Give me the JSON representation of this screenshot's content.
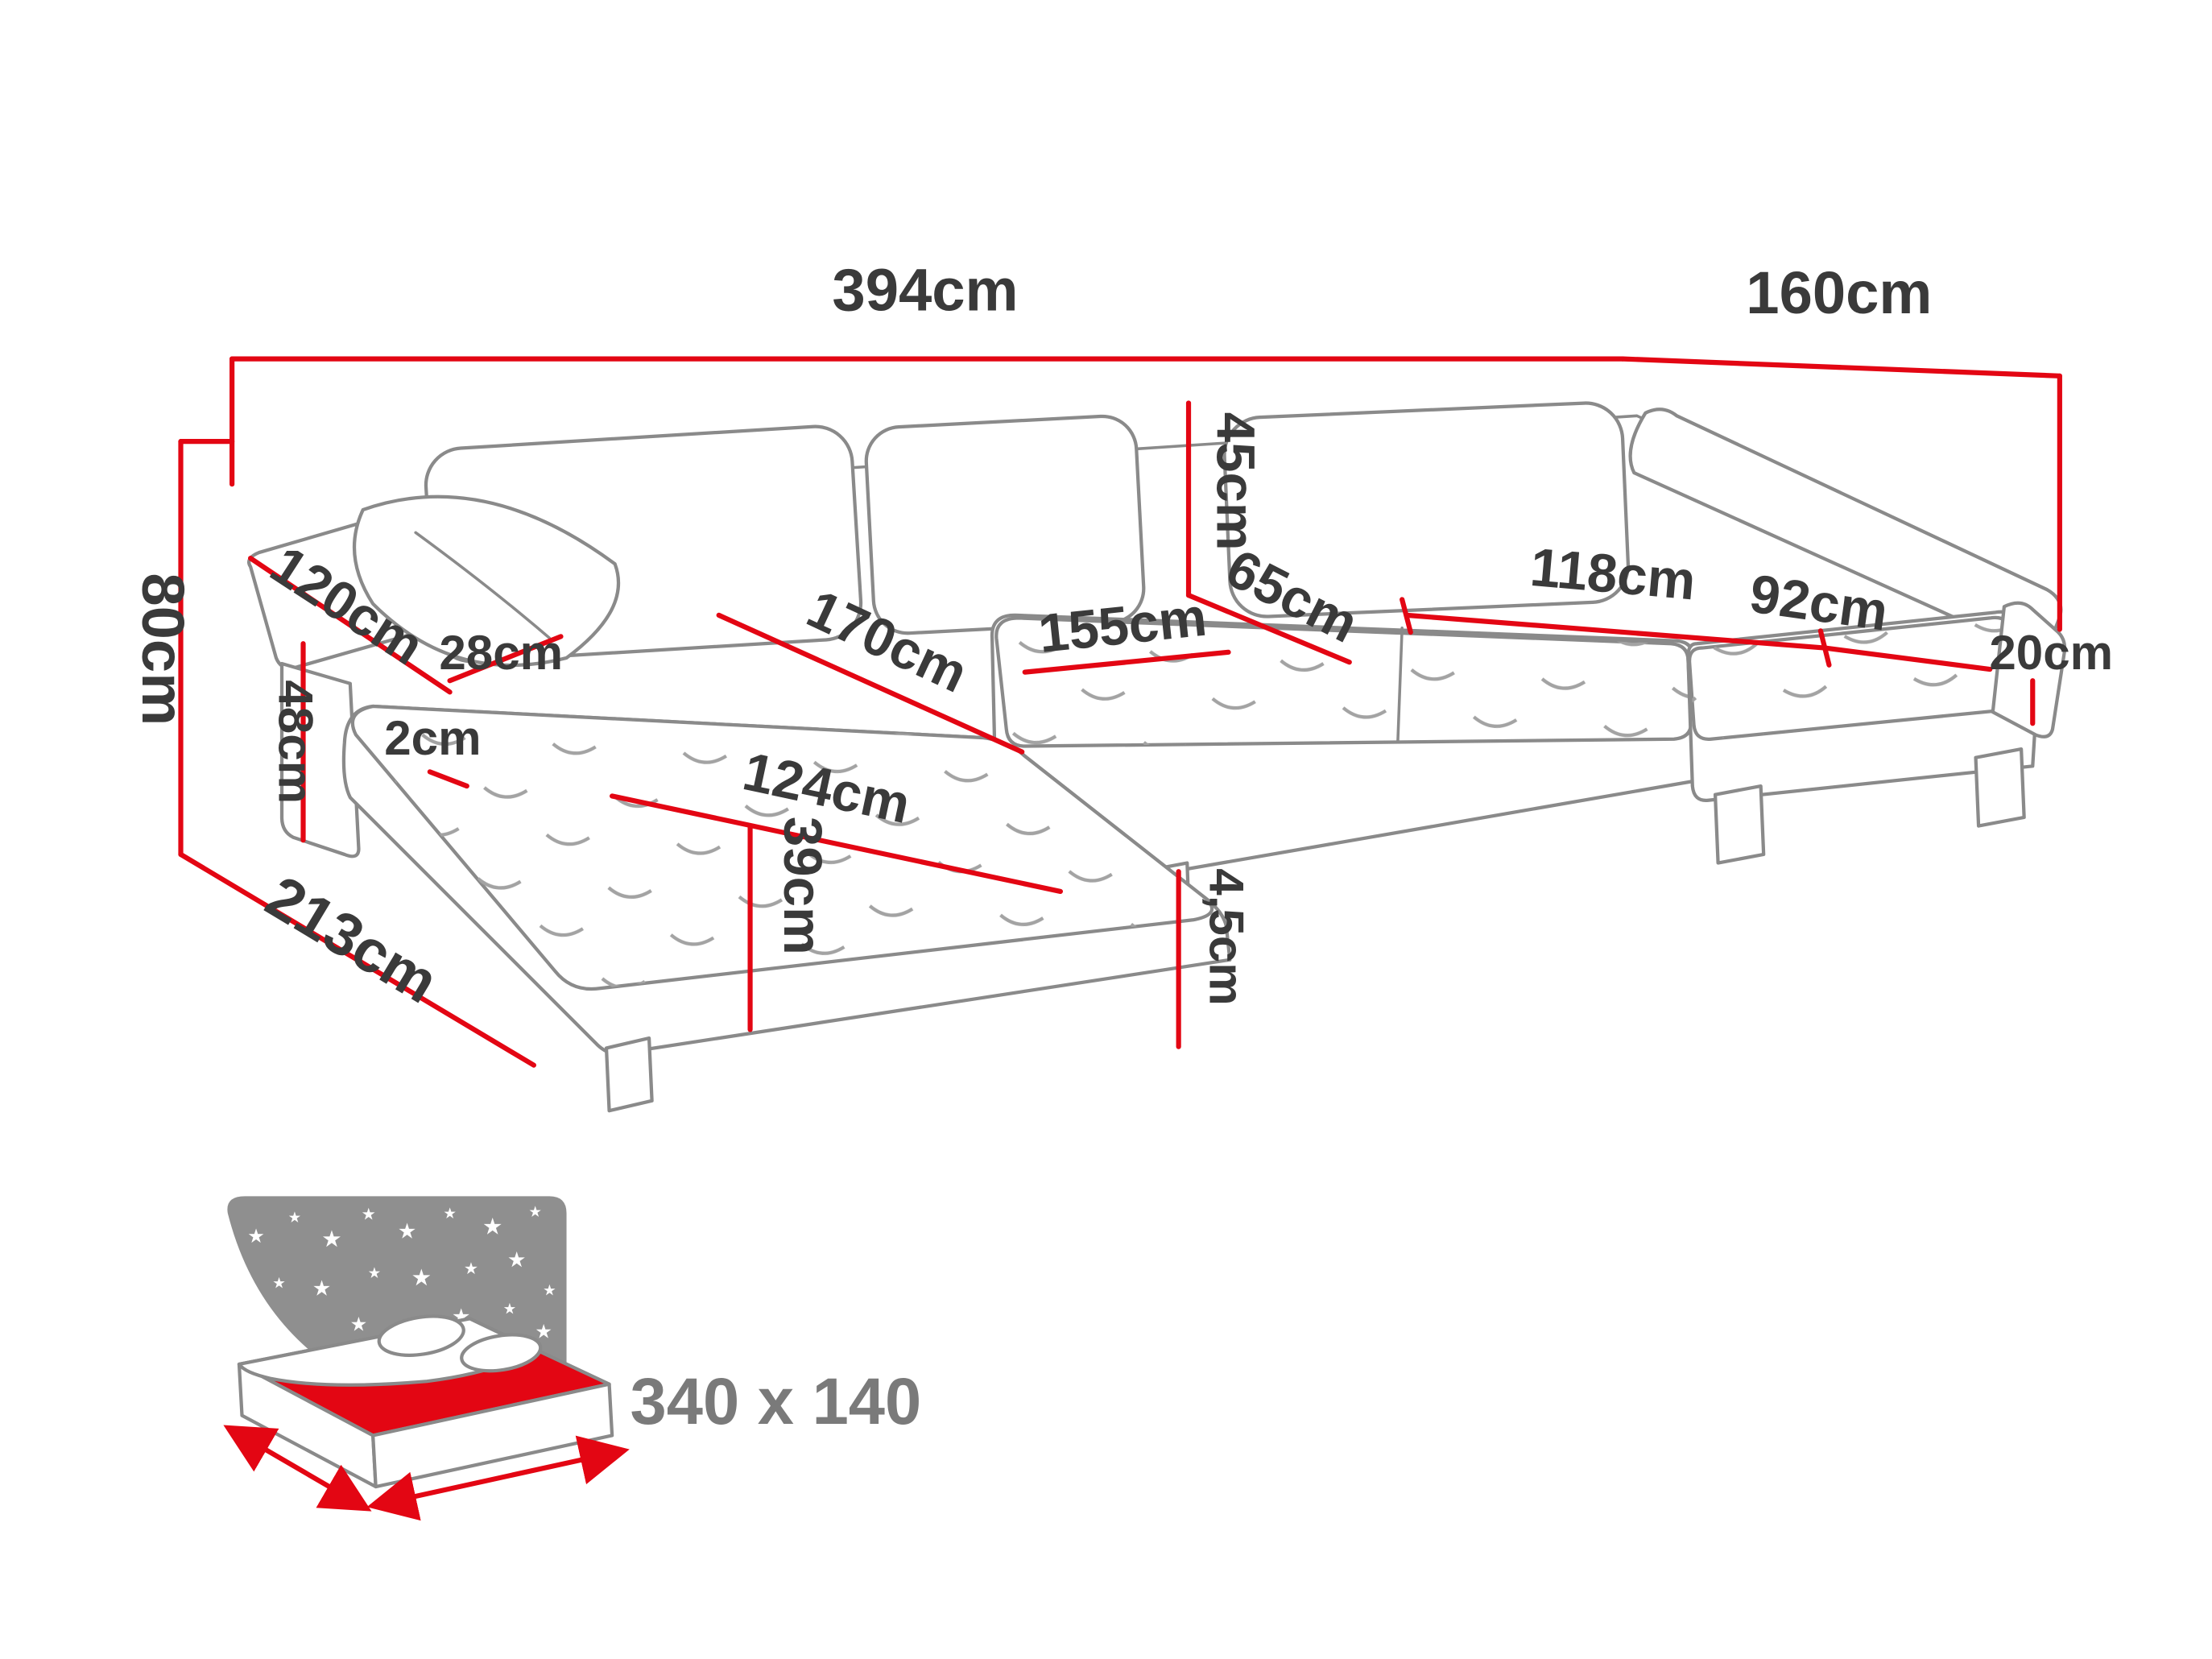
{
  "diagram": {
    "dims": {
      "overall_width": "394cm",
      "overall_depth": "160cm",
      "overall_height": "80cm",
      "armrest_length": "120cm",
      "armrest_width": "28cm",
      "armrest_height": "48cm",
      "armrest_gap": "2cm",
      "chaise_total_depth": "213cm",
      "chaise_seat_width": "124cm",
      "seat_height": "39cm",
      "chaise_seat_length": "170cm",
      "mid_seat_width": "155cm",
      "backrest_height": "45cm",
      "seat_depth": "65cm",
      "right_seat_width": "118cm",
      "right_seat_length": "92cm",
      "right_armrest_width": "20cm",
      "leg_height": "4,5cm"
    }
  },
  "sleep_icon": {
    "label": "340 x 140",
    "star_glyph": "★"
  },
  "colors": {
    "dimension_red": "#e30613",
    "outline_gray": "#8a8a8a",
    "label_dark": "#3a3a3a",
    "night_panel_gray": "#8f8f8f",
    "sleep_label_gray": "#7a7a7a"
  }
}
